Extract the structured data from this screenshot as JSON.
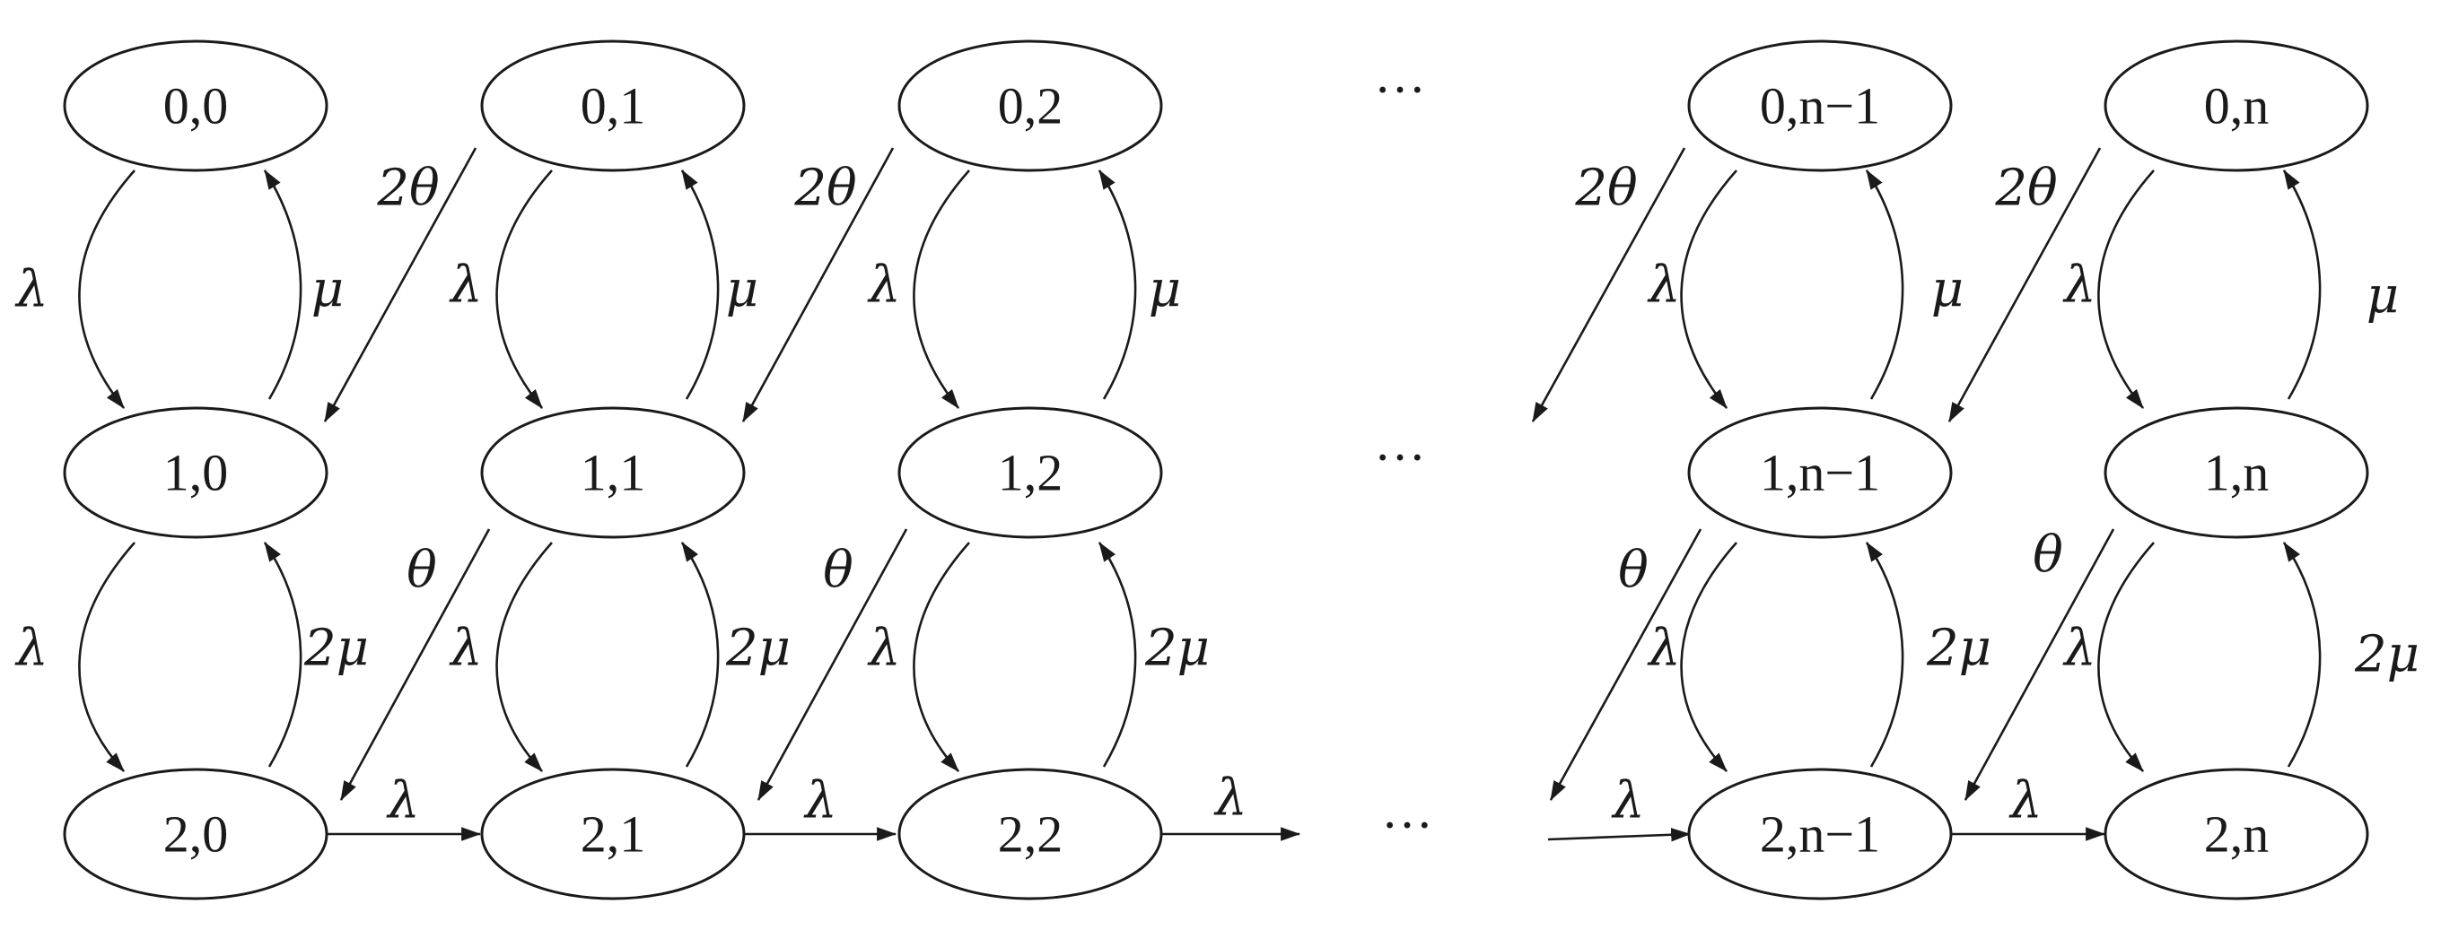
{
  "nodes": {
    "r0": [
      "0,0",
      "0,1",
      "0,2",
      "0,n−1",
      "0,n"
    ],
    "r1": [
      "1,0",
      "1,1",
      "1,2",
      "1,n−1",
      "1,n"
    ],
    "r2": [
      "2,0",
      "2,1",
      "2,2",
      "2,n−1",
      "2,n"
    ]
  },
  "ellipsis": "···",
  "labels": {
    "lambda": "λ",
    "mu": "μ",
    "two_mu": "2μ",
    "theta": "θ",
    "two_theta": "2θ"
  }
}
